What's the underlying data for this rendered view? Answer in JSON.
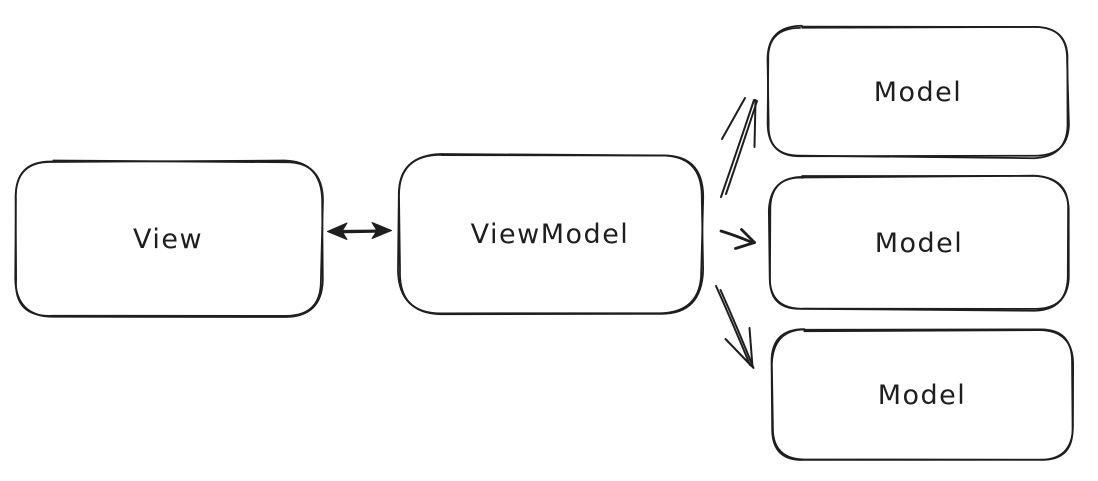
{
  "diagram": {
    "title": "MVVM architecture diagram",
    "style": "hand-drawn sketch",
    "colors": {
      "stroke": "#1e1e1e",
      "background": "#ffffff",
      "shape_fill": "transparent"
    },
    "nodes": [
      {
        "id": "view",
        "label": "View"
      },
      {
        "id": "viewmodel",
        "label": "ViewModel"
      },
      {
        "id": "model-1",
        "label": "Model"
      },
      {
        "id": "model-2",
        "label": "Model"
      },
      {
        "id": "model-3",
        "label": "Model"
      }
    ],
    "edges": [
      {
        "from": "view",
        "to": "viewmodel",
        "direction": "bidirectional",
        "arrowheads": "both-ends"
      },
      {
        "from": "viewmodel",
        "to": "model-1",
        "direction": "one-way",
        "arrowheads": "end"
      },
      {
        "from": "viewmodel",
        "to": "model-2",
        "direction": "one-way",
        "arrowheads": "end"
      },
      {
        "from": "viewmodel",
        "to": "model-3",
        "direction": "one-way",
        "arrowheads": "end"
      }
    ]
  }
}
